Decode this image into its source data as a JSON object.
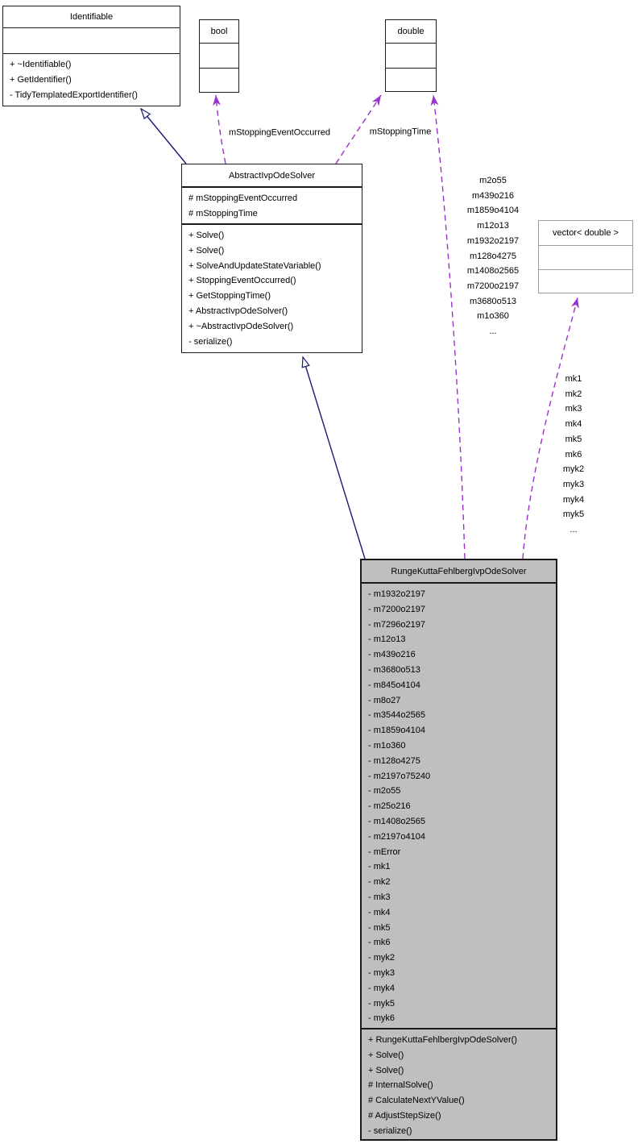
{
  "classes": {
    "identifiable": {
      "title": "Identifiable",
      "attributes": [],
      "methods": [
        "+ ~Identifiable()",
        "+ GetIdentifier()",
        "- TidyTemplatedExportIdentifier()"
      ]
    },
    "bool": {
      "title": "bool",
      "attributes": [],
      "methods": []
    },
    "double": {
      "title": "double",
      "attributes": [],
      "methods": []
    },
    "abstract_ivp_ode_solver": {
      "title": "AbstractIvpOdeSolver",
      "attributes": [
        "# mStoppingEventOccurred",
        "# mStoppingTime"
      ],
      "methods": [
        "+ Solve()",
        "+ Solve()",
        "+ SolveAndUpdateStateVariable()",
        "+ StoppingEventOccurred()",
        "+ GetStoppingTime()",
        "+ AbstractIvpOdeSolver()",
        "+ ~AbstractIvpOdeSolver()",
        "- serialize()"
      ]
    },
    "vector_double": {
      "title": "vector< double >",
      "attributes": [],
      "methods": []
    },
    "runge_kutta_fehlberg_ivp_ode_solver": {
      "title": "RungeKuttaFehlbergIvpOdeSolver",
      "attributes": [
        "- m1932o2197",
        "- m7200o2197",
        "- m7296o2197",
        "- m12o13",
        "- m439o216",
        "- m3680o513",
        "- m845o4104",
        "- m8o27",
        "- m3544o2565",
        "- m1859o4104",
        "- m1o360",
        "- m128o4275",
        "- m2197o75240",
        "- m2o55",
        "- m25o216",
        "- m1408o2565",
        "- m2197o4104",
        "- mError",
        "- mk1",
        "- mk2",
        "- mk3",
        "- mk4",
        "- mk5",
        "- mk6",
        "- myk2",
        "- myk3",
        "- myk4",
        "- myk5",
        "- myk6"
      ],
      "methods": [
        "+ RungeKuttaFehlbergIvpOdeSolver()",
        "+ Solve()",
        "+ Solve()",
        "# InternalSolve()",
        "# CalculateNextYValue()",
        "# AdjustStepSize()",
        "- serialize()"
      ]
    }
  },
  "edge_labels": {
    "stopping_event_occurred": "mStoppingEventOccurred",
    "stopping_time": "mStoppingTime",
    "double_members": [
      "m2o55",
      "m439o216",
      "m1859o4104",
      "m12o13",
      "m1932o2197",
      "m128o4275",
      "m1408o2565",
      "m7200o2197",
      "m3680o513",
      "m1o360",
      "..."
    ],
    "vector_members": [
      "mk1",
      "mk2",
      "mk3",
      "mk4",
      "mk5",
      "mk6",
      "myk2",
      "myk3",
      "myk4",
      "myk5",
      "..."
    ]
  },
  "colors": {
    "inheritance_edge": "#191970",
    "usage_edge": "#9a32cd",
    "highlight_fill": "#bfbfbf",
    "node_fill": "#ffffff",
    "node_border": "#1a1a1a",
    "template_border": "#9e9e9e",
    "text": "#000000"
  }
}
